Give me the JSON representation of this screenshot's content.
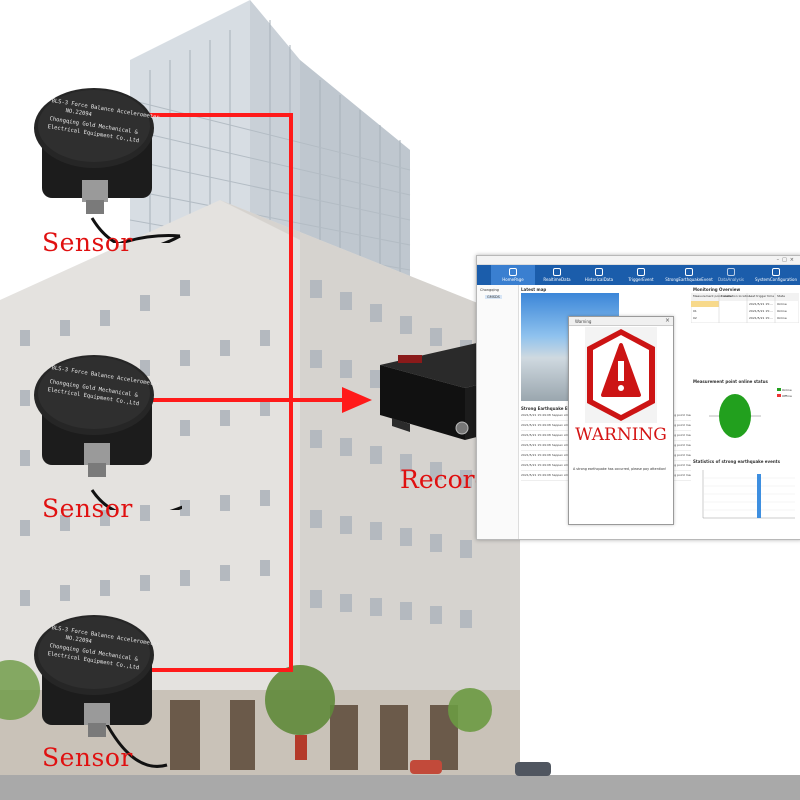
{
  "labels": {
    "sensor_top": "Sensor",
    "sensor_middle": "Sensor",
    "sensor_bottom": "Sensor",
    "recorder": "Recorder"
  },
  "sensor_device": {
    "line1": "BLS-3 Force Balance Accelerometer",
    "line2": "NO.22094",
    "line3": "Chongqing Gold Mechanical &",
    "line4": "Electrical Equipment Co.,Ltd"
  },
  "software": {
    "nav": [
      "HomePage",
      "RealtimeData",
      "HistoricalData",
      "TriggerEvent",
      "StrongEarthquakeEvent",
      "DataAnalysis",
      "SystemConfiguration"
    ],
    "latest_map_title": "Latest map",
    "monitoring_overview_title": "Monitoring Overview",
    "overview_headers": [
      "Measurement point name",
      "Installation location",
      "Last trigger time",
      "State"
    ],
    "overview_rows": [
      [
        "",
        "",
        "2021/5/21 15:...",
        "Online"
      ],
      [
        "01",
        "",
        "2021/5/21 15:...",
        "Online"
      ],
      [
        "02",
        "",
        "2021/5/21 15:...",
        "Online"
      ]
    ],
    "online_status_title": "Measurement point online status",
    "legend": [
      "Online",
      "Offline"
    ],
    "strong_stats_title": "Statistics of strong earthquake events",
    "strong_events_title": "Strong Earthquake Event",
    "event_rows": [
      "2021/5/21 15:49:08 happen strong earthquake event, maximum intensity 11.7% Degree,01 measuring point mea...",
      "2021/5/21 15:49:08 happen strong earthquake event, maximum intensity 11.7% Degree,01 measuring point mea...",
      "2021/5/21 15:49:08 happen strong earthquake event, maximum intensity 11.7% Degree,01 measuring point mea...",
      "2021/5/21 15:49:08 happen strong earthquake event, maximum intensity 11.7% Degree,01 measuring point mea...",
      "2021/5/21 15:49:08 happen strong earthquake event, maximum intensity 11.7% Degree,01 measuring point mea...",
      "2021/5/21 15:49:08 happen strong earthquake event, maximum intensity 11.7% Degree,01 measuring point mea...",
      "2021/5/21 15:49:08 happen strong earthquake event, maximum intensity 11.7% Degree,01 measuring point mea..."
    ],
    "tree_root": "Chongqing",
    "tree_child": "GMSDS"
  },
  "popup": {
    "title": "Warning",
    "heading": "WARNING",
    "message": "A strong earthquake has occurred, please pay attention!"
  },
  "colors": {
    "wire": "#ff1a1a",
    "label": "#e01010",
    "nav": "#1b5dab",
    "online": "#22a01e",
    "bar": "#3e8fe0",
    "warning_red": "#d41414"
  }
}
